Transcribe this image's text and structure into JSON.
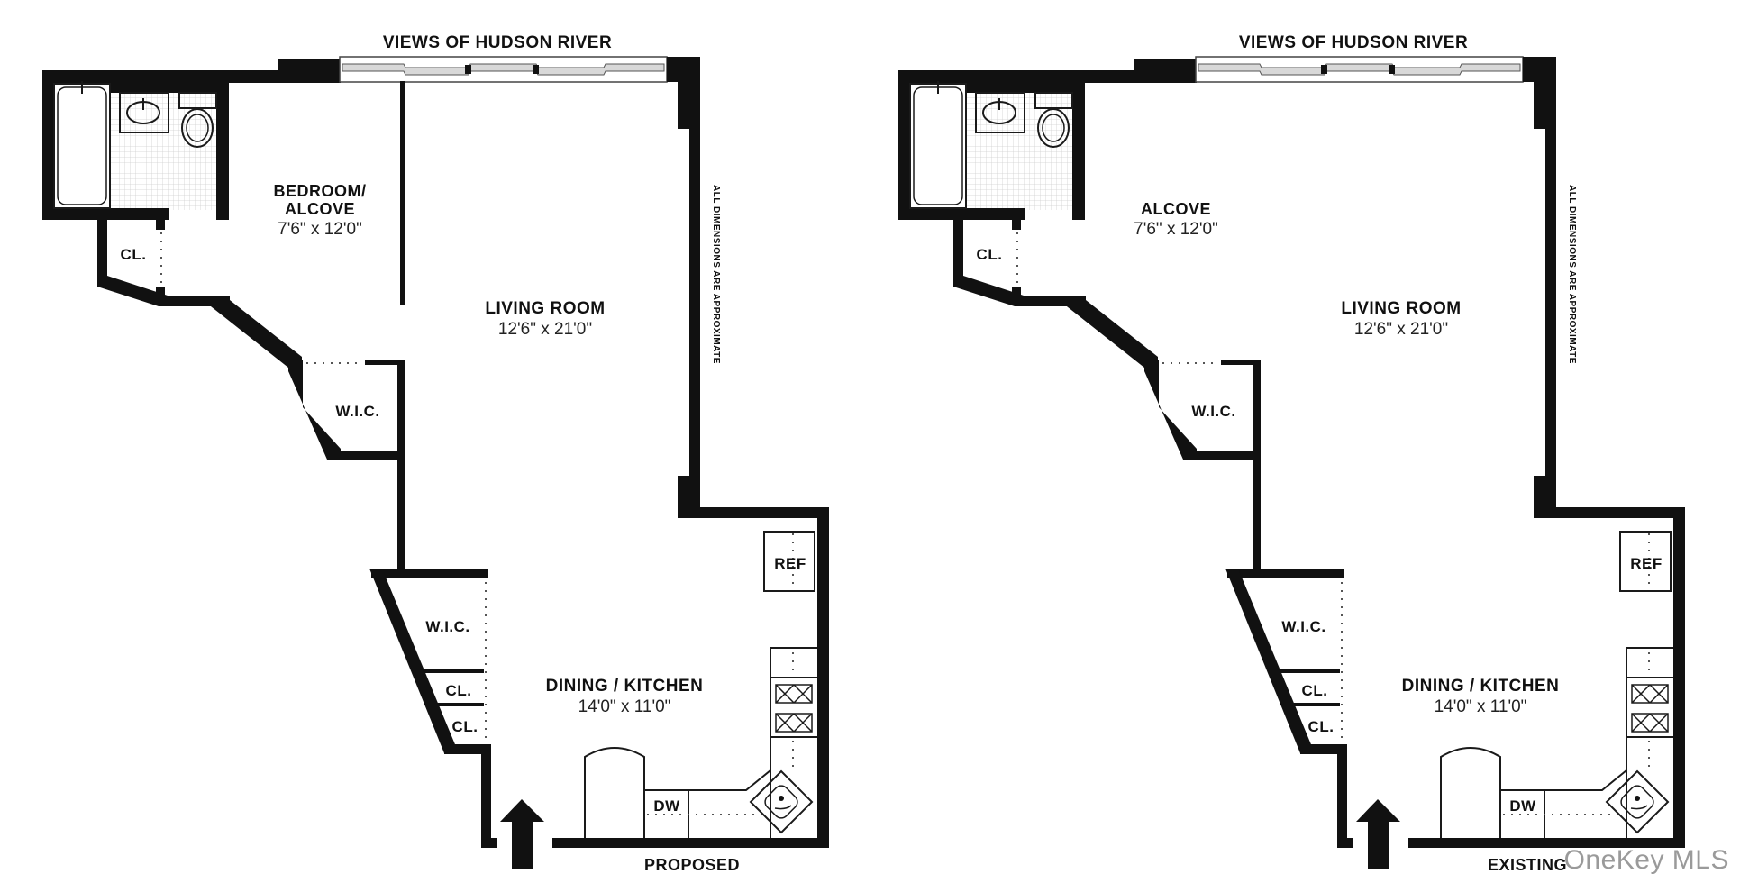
{
  "plans": [
    {
      "caption": "PROPOSED",
      "view_label": "VIEWS OF HUDSON RIVER",
      "note": "ALL DIMENSIONS ARE APPROXIMATE",
      "rooms": {
        "alcove": {
          "name_line1": "BEDROOM/",
          "name_line2": "ALCOVE",
          "dims": "7'6\"  x  12'0\""
        },
        "living": {
          "name": "LIVING ROOM",
          "dims": "12'6\"  x  21'0\""
        },
        "kitchen": {
          "name": "DINING / KITCHEN",
          "dims": "14'0\"  x  11'0\""
        }
      },
      "closets": {
        "cl_upper": "CL.",
        "wic_upper": "W.I.C.",
        "wic_lower": "W.I.C.",
        "cl_mid": "CL.",
        "cl_low": "CL."
      },
      "appliances": {
        "ref": "REF",
        "dw": "DW"
      },
      "has_partition": true
    },
    {
      "caption": "EXISTING",
      "view_label": "VIEWS OF HUDSON RIVER",
      "note": "ALL DIMENSIONS ARE APPROXIMATE",
      "rooms": {
        "alcove": {
          "name_line1": "",
          "name_line2": "ALCOVE",
          "dims": "7'6\"  x  12'0\""
        },
        "living": {
          "name": "LIVING ROOM",
          "dims": "12'6\"  x  21'0\""
        },
        "kitchen": {
          "name": "DINING / KITCHEN",
          "dims": "14'0\"  x  11'0\""
        }
      },
      "closets": {
        "cl_upper": "CL.",
        "wic_upper": "W.I.C.",
        "wic_lower": "W.I.C.",
        "cl_mid": "CL.",
        "cl_low": "CL."
      },
      "appliances": {
        "ref": "REF",
        "dw": "DW"
      },
      "has_partition": false
    }
  ],
  "watermark": "OneKey MLS",
  "colors": {
    "wall": "#111111",
    "background": "#ffffff",
    "watermark": "#9a9a9a"
  }
}
